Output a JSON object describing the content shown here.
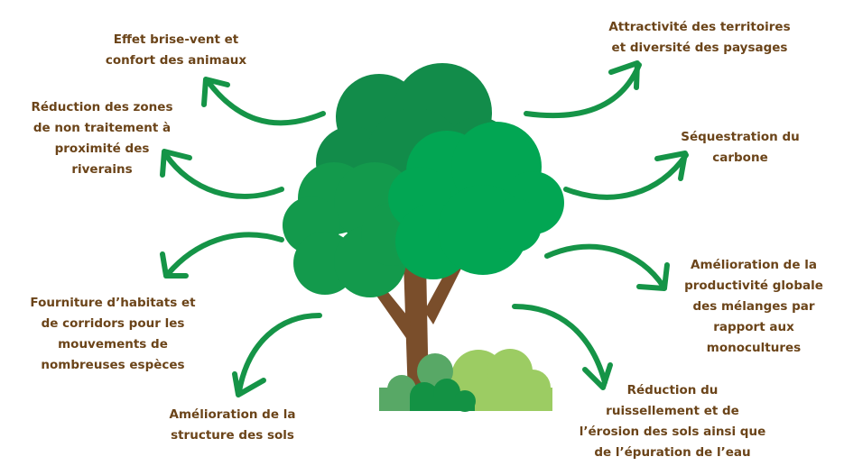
{
  "colors": {
    "text": "#6b4419",
    "arrow": "#159447",
    "foliage_dark": "#128c4a",
    "foliage_mid": "#139a4c",
    "foliage_light": "#02a653",
    "trunk": "#7a4e2b",
    "bush_light": "#9ccc63",
    "bush_mid": "#58a866",
    "bush_dark": "#139244"
  },
  "labels": {
    "windbreak": "Effet brise-vent et\nconfort des animaux",
    "buffer_zones": "Réduction des zones\nde non traitement à\nproximité des\nriverains",
    "habitats": "Fourniture d’habitats et\nde corridors pour les\nmouvements de\nnombreuses espèces",
    "soil_structure": "Amélioration de la\nstructure des sols",
    "attractiveness": "Attractivité des territoires\net diversité des paysages",
    "carbon": "Séquestration du\ncarbone",
    "productivity": "Amélioration de la\nproductivité globale\ndes mélanges par\nrapport aux\nmonocultures",
    "runoff": "Réduction du\nruissellement et de\nl’érosion des sols ainsi que\nde l’épuration de l’eau"
  }
}
